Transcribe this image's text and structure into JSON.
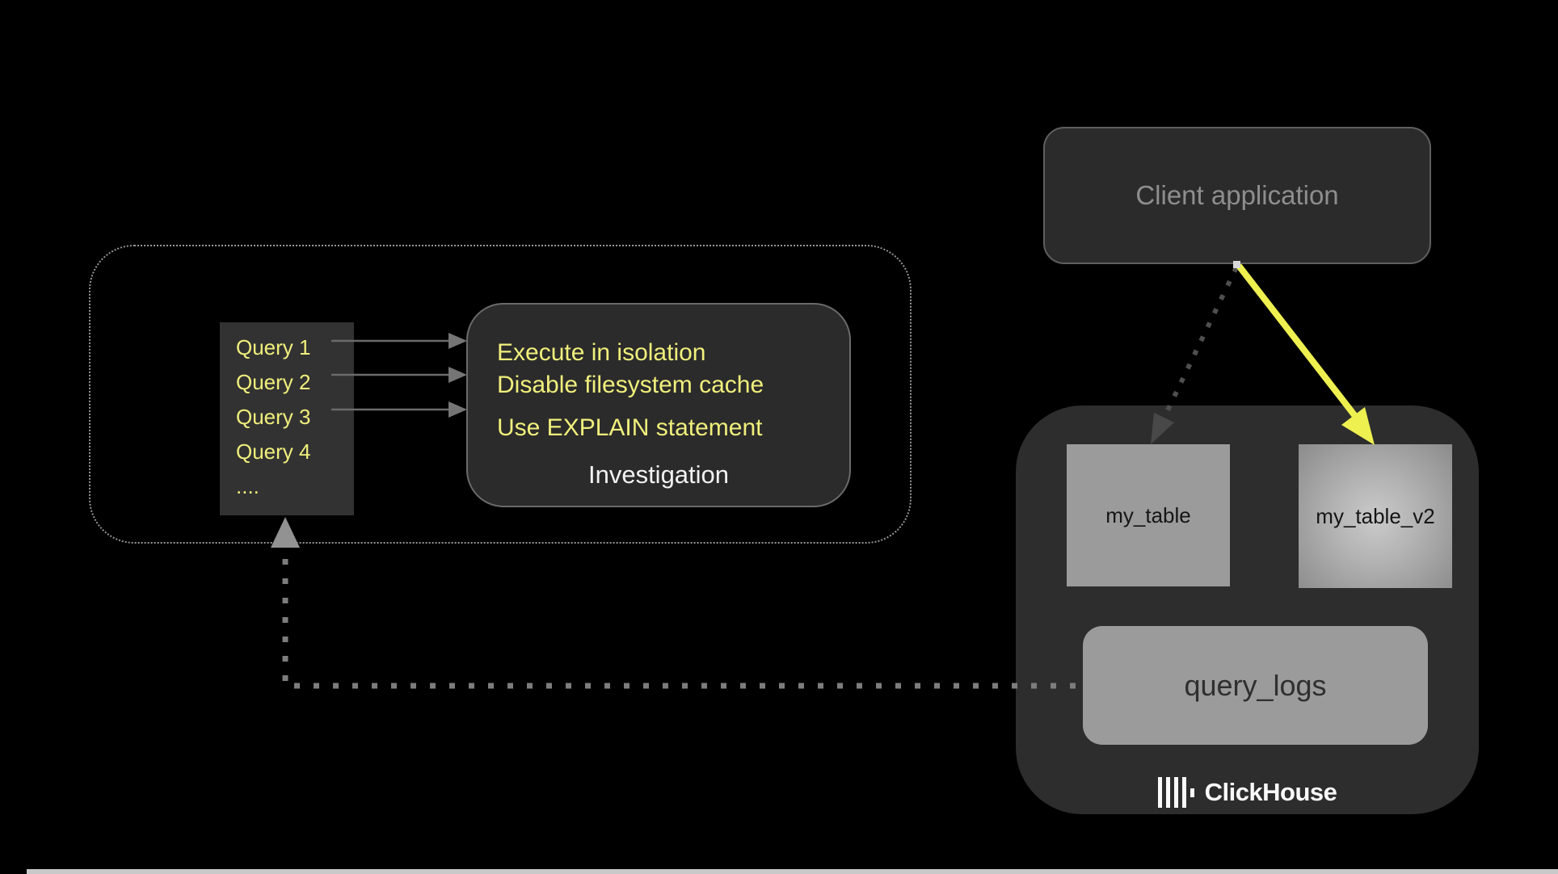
{
  "client": {
    "label": "Client application"
  },
  "pipeline": {
    "queries": {
      "items": [
        "Query 1",
        "Query 2",
        "Query 3",
        "Query 4",
        "...."
      ]
    },
    "investigation": {
      "steps": [
        "Execute in isolation",
        "Disable filesystem cache",
        "Use EXPLAIN statement"
      ],
      "caption": "Investigation"
    }
  },
  "clickhouse": {
    "tables": {
      "left": "my_table",
      "right": "my_table_v2"
    },
    "logs": "query_logs",
    "brand": "ClickHouse"
  },
  "colors": {
    "background": "#000000",
    "panel_dark": "#2c2c2c",
    "highlight_text_yellow": "#f0ef7c",
    "arrow_yellow": "#eef050",
    "table_gray": "#9b9b9b",
    "muted_text_gray": "#8e8e8e",
    "connector_gray": "#7d7d7d",
    "fine_dotted_gray": "#4f4f4f",
    "bottom_edge_gray": "#c9c9c9"
  }
}
